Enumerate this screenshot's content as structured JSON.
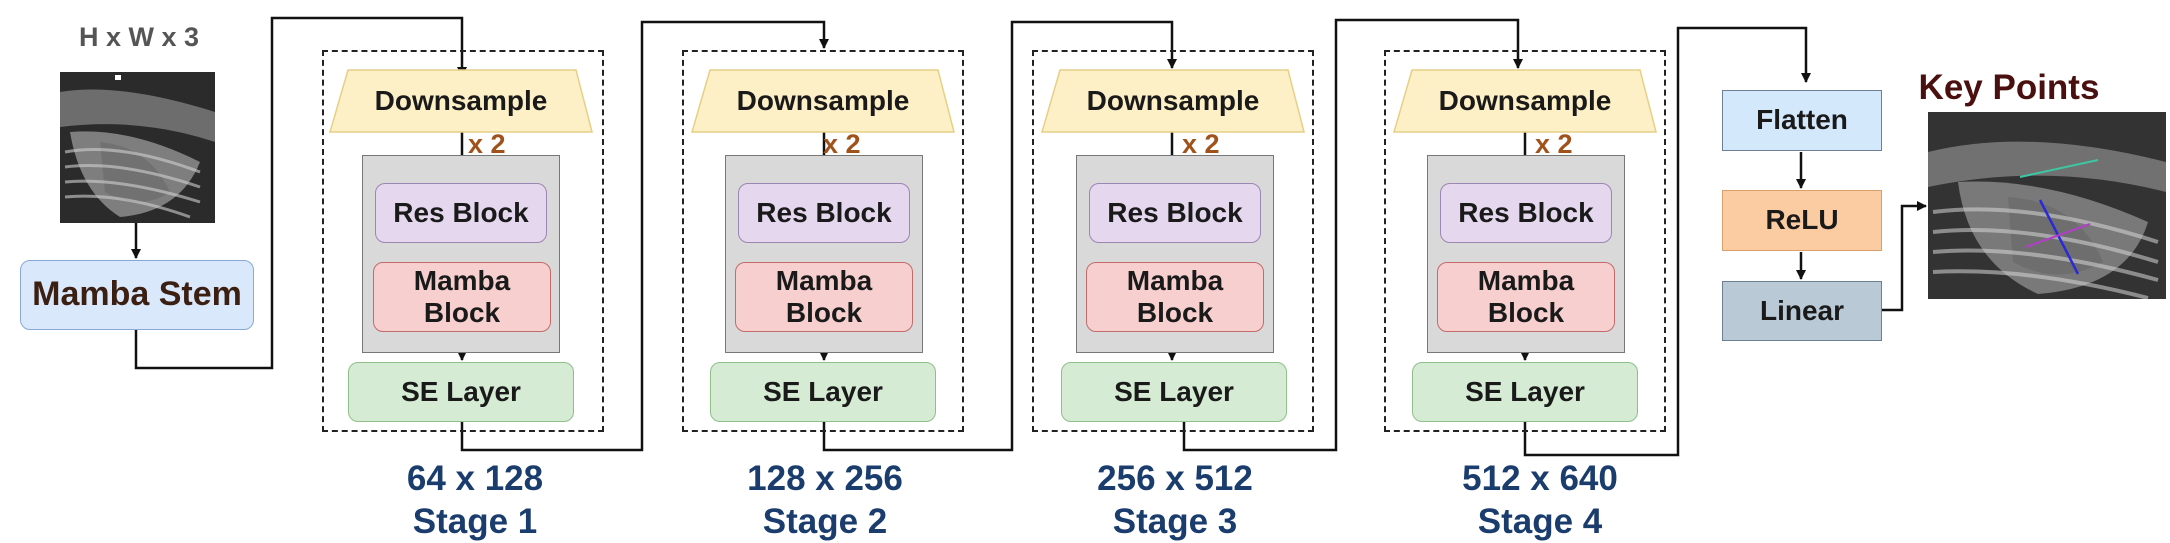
{
  "input": {
    "dims": "H x W x 3"
  },
  "stem": {
    "label": "Mamba Stem"
  },
  "stages": [
    {
      "downsample": "Downsample",
      "repeat": "x 2",
      "res": "Res Block",
      "mamba_line1": "Mamba",
      "mamba_line2": "Block",
      "se": "SE Layer",
      "dims": "64 x 128",
      "name": "Stage 1"
    },
    {
      "downsample": "Downsample",
      "repeat": "x 2",
      "res": "Res Block",
      "mamba_line1": "Mamba",
      "mamba_line2": "Block",
      "se": "SE Layer",
      "dims": "128 x 256",
      "name": "Stage 2"
    },
    {
      "downsample": "Downsample",
      "repeat": "x 2",
      "res": "Res Block",
      "mamba_line1": "Mamba",
      "mamba_line2": "Block",
      "se": "SE Layer",
      "dims": "256 x 512",
      "name": "Stage 3"
    },
    {
      "downsample": "Downsample",
      "repeat": "x 2",
      "res": "Res Block",
      "mamba_line1": "Mamba",
      "mamba_line2": "Block",
      "se": "SE Layer",
      "dims": "512 x 640",
      "name": "Stage 4"
    }
  ],
  "head": {
    "flatten": "Flatten",
    "relu": "ReLU",
    "linear": "Linear"
  },
  "output": {
    "title": "Key Points"
  },
  "colors": {
    "downsample_fill": "#fdf0c6",
    "res_fill": "#e4d7ee",
    "mamba_fill": "#f7cfcf",
    "se_fill": "#d5ebd3",
    "flatten_fill": "#d4e8fb",
    "relu_fill": "#fbcba2",
    "linear_fill": "#b9c9d6",
    "stage_label": "#1b3d6d",
    "repeat_label": "#a0521a"
  }
}
